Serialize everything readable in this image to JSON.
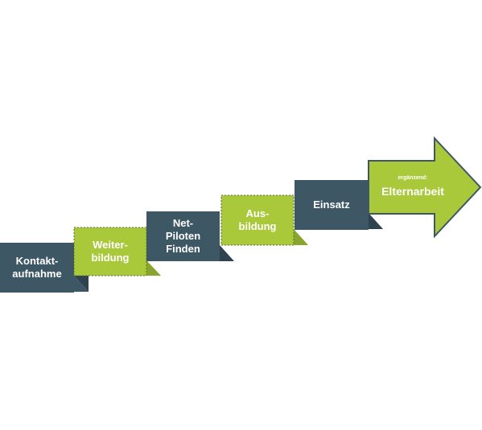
{
  "colors": {
    "dark": "#3d5765",
    "light": "#a9c83a",
    "fold_dark": "#2e434f",
    "fold_light": "#8aa52d",
    "border": "#5a6e3a",
    "text": "#ffffff"
  },
  "steps": [
    {
      "line1": "Kontakt-",
      "line2": "aufnahme"
    },
    {
      "line1": "Weiter-",
      "line2": "bildung"
    },
    {
      "line1": "Net-",
      "line2": "Piloten",
      "line3": "Finden"
    },
    {
      "line1": "Aus-",
      "line2": "bildung"
    },
    {
      "line1": "Einsatz"
    }
  ],
  "arrow": {
    "caption": "ergänzend:",
    "label": "Elternarbeit"
  }
}
